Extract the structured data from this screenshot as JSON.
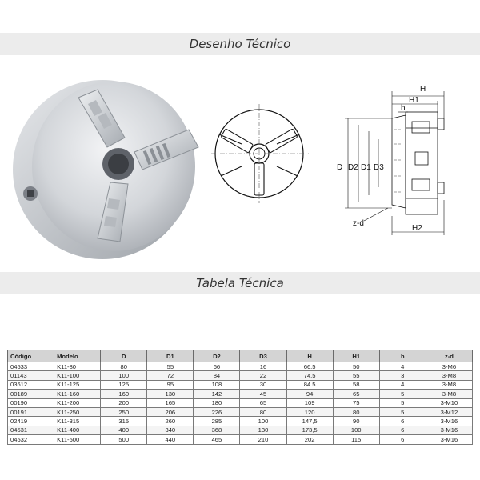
{
  "sections": {
    "drawing_title": "Desenho Técnico",
    "table_title": "Tabela Técnica"
  },
  "drawing_labels": {
    "H": "H",
    "H1": "H1",
    "h": "h",
    "D": "D",
    "D2": "D2",
    "D1": "D1",
    "D3": "D3",
    "zd": "z-d",
    "H2": "H2"
  },
  "table": {
    "headers": [
      "Código",
      "Modelo",
      "D",
      "D1",
      "D2",
      "D3",
      "H",
      "H1",
      "h",
      "z-d"
    ],
    "rows": [
      [
        "04533",
        "K11-80",
        "80",
        "55",
        "66",
        "16",
        "66.5",
        "50",
        "4",
        "3-M6"
      ],
      [
        "01143",
        "K11-100",
        "100",
        "72",
        "84",
        "22",
        "74.5",
        "55",
        "3",
        "3-M8"
      ],
      [
        "03612",
        "K11-125",
        "125",
        "95",
        "108",
        "30",
        "84.5",
        "58",
        "4",
        "3-M8"
      ],
      [
        "00189",
        "K11-160",
        "160",
        "130",
        "142",
        "45",
        "94",
        "65",
        "5",
        "3-M8"
      ],
      [
        "00190",
        "K11-200",
        "200",
        "165",
        "180",
        "65",
        "109",
        "75",
        "5",
        "3-M10"
      ],
      [
        "00191",
        "K11-250",
        "250",
        "206",
        "226",
        "80",
        "120",
        "80",
        "5",
        "3-M12"
      ],
      [
        "02419",
        "K11-315",
        "315",
        "260",
        "285",
        "100",
        "147,5",
        "90",
        "6",
        "3-M16"
      ],
      [
        "04531",
        "K11-400",
        "400",
        "340",
        "368",
        "130",
        "173,5",
        "100",
        "6",
        "3-M16"
      ],
      [
        "04532",
        "K11-500",
        "500",
        "440",
        "465",
        "210",
        "202",
        "115",
        "6",
        "3-M16"
      ]
    ]
  },
  "colors": {
    "banner": "#ececec",
    "header_row": "#d4d4d4",
    "chuck_metal": "#c9ccd0"
  }
}
